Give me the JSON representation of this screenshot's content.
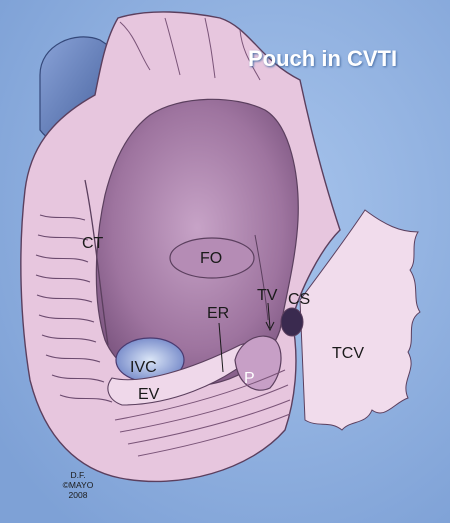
{
  "title": "Pouch in CVTI",
  "labels": {
    "ct": "CT",
    "fo": "FO",
    "tv": "TV",
    "cs": "CS",
    "er": "ER",
    "ivc": "IVC",
    "ev": "EV",
    "p": "P",
    "tcv": "TCV"
  },
  "credit": {
    "line1": "D.F.",
    "line2": "©MAYO",
    "line3": "2008"
  },
  "colors": {
    "background": "#8fb1e0",
    "tissue": "#e9c9e0",
    "inner_chamber": "#a67ea6",
    "wall_outline": "#5b3f5e"
  }
}
